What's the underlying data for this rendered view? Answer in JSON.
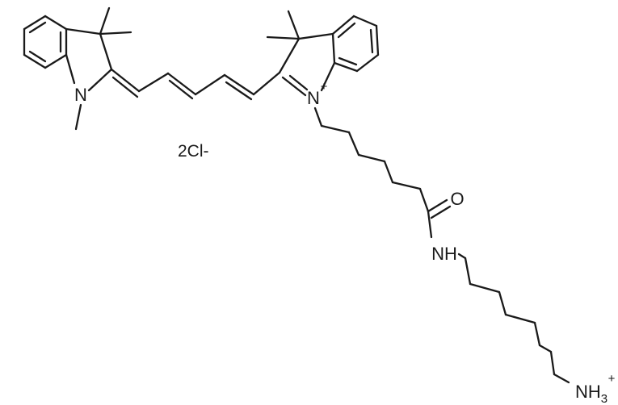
{
  "molecule": {
    "atoms": {
      "n_left": "N",
      "n_right": "N",
      "n_right_charge": "+",
      "oxygen": "O",
      "amide_nh": "NH",
      "ammonium": "NH",
      "ammonium_sub": "3",
      "ammonium_charge": "+"
    },
    "counterion": "2Cl-"
  }
}
